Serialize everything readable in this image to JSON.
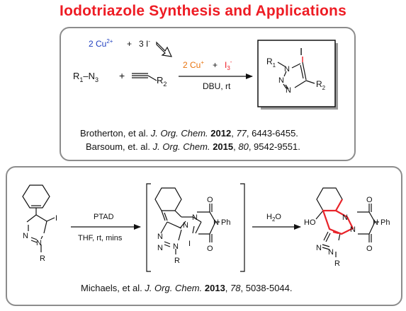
{
  "title": "Iodotriazole Synthesis and Applications",
  "colors": {
    "title": "#ee1c24",
    "copper": "#e8720c",
    "cu2": "#1f3fbf",
    "iodine_red": "#ee1c24",
    "highlight": "#e8242a",
    "panel_border": "#8c8c8c"
  },
  "top_scheme": {
    "oxidation_left": "2 Cu",
    "cu2_charge": "2+",
    "plus": "+",
    "iodide": "3 I",
    "iodide_charge": "-",
    "azide_r": "R",
    "azide_sub": "1",
    "azide_n3": "–N",
    "azide_n3_sub": "3",
    "alkyne_r": "R",
    "alkyne_sub": "2",
    "reagent_cu": "2 Cu",
    "reagent_cu_charge": "+",
    "reagent_i3": "I",
    "reagent_i3_sub": "3",
    "reagent_i3_charge": "-",
    "conditions": "DBU, rt",
    "product": {
      "iodo": "I",
      "r1": "R",
      "r1_sub": "1",
      "n": "N",
      "r2": "R",
      "r2_sub": "2"
    }
  },
  "ref_top_1": {
    "authors": "Brotherton, et al. ",
    "journal": "J. Org. Chem.",
    "year": "2012",
    "volume": "77",
    "pages": ", 6443-6455."
  },
  "ref_top_2": {
    "authors": "Barsoum, et. al. ",
    "journal": "J. Org. Chem.",
    "year": "2015",
    "volume": "80",
    "pages": ", 9542-9551."
  },
  "bottom_scheme": {
    "reagent": "PTAD",
    "conditions": "THF, rt, mins",
    "water": "H",
    "water_sub": "2",
    "water_o": "O",
    "atoms": {
      "n": "N",
      "iodo": "I",
      "r": "R",
      "o": "O",
      "ph": "Ph",
      "ho": "HO"
    }
  },
  "ref_bottom": {
    "authors": "Michaels, et al. ",
    "journal": "J. Org. Chem.",
    "year": "2013",
    "volume": "78",
    "pages": ", 5038-5044."
  }
}
